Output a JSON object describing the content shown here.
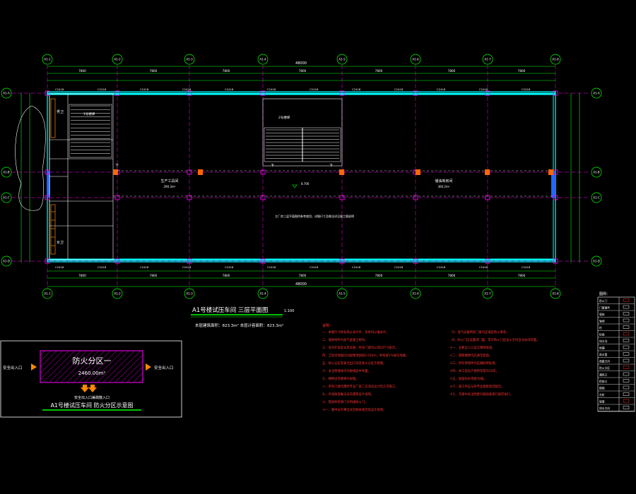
{
  "colors": {
    "background": "#000000",
    "axis": "#00ff00",
    "wall": "#00ffff",
    "column": "#ff00ff",
    "text": "#ffffff",
    "note_text": "#ff3333",
    "door": "#ff8800",
    "hatch": "#ff00ff"
  },
  "plan": {
    "axis_labels_top": [
      "A1-1",
      "A1-2",
      "A1-3",
      "A1-4",
      "A1-5",
      "A1-6",
      "A1-7",
      "A1-8"
    ],
    "axis_labels_bottom": [
      "A1-1",
      "A1-2",
      "A1-3",
      "A1-4",
      "A1-5",
      "A1-6",
      "A1-7",
      "A1-8"
    ],
    "axis_labels_left": [
      "A1-A",
      "A1-B",
      "A1-C",
      "A1-D"
    ],
    "axis_labels_right": [
      "A1-A",
      "A1-B",
      "A1-C",
      "A1-D"
    ],
    "overall_dim": "48000",
    "bay_dims": [
      "7800",
      "7800",
      "7800",
      "7800",
      "7800",
      "7800",
      "7800"
    ],
    "room_left": "生产工具间",
    "room_left_area": "290.3m²",
    "room_right": "储油库房间",
    "room_right_area": "300.2m²",
    "stair_label": "1号楼梯",
    "stair_label_mid": "2号楼梯",
    "toilet_m": "男卫",
    "toilet_f": "女卫",
    "elev_mark": "8.700",
    "center_note": "主厂房三层平面图供参考使用，详细尺寸及做法详见施工图说明",
    "down_mark": "下",
    "window_tags": [
      "C2418",
      "C2418",
      "C2418",
      "C2418",
      "C2418",
      "C2418",
      "C2418",
      "C2418",
      "C2418",
      "C2418",
      "C2418",
      "C2418"
    ]
  },
  "title": {
    "main": "A1号楼试压车间 三层平面图",
    "scale": "1:100",
    "area_line": "本层建筑面积：823.3m² 本层计容面积：823.3m²"
  },
  "fire_zone": {
    "label": "防火分区一",
    "area": "2460.00m²",
    "entry_left": "安全出入口",
    "entry_right": "安全出入口",
    "entry_bottom": "安全出入口兼疏散入口",
    "caption": "A1号楼试压车间 防火分区示意图"
  },
  "notes": {
    "heading": "说明：",
    "left_lines": [
      "一、本图尺寸除标高以米计外，其余均以毫米计。",
      "二、墙体材料为加气混凝土砌块。",
      "三、室内外高差详见总图，所有门窗均以洞口尺寸表示。",
      "四、卫生间地面比同层楼地面低0.020m，并找坡1%坡向地漏。",
      "五、防火分区及安全出口详见防火分区示意图。",
      "六、未注明墙体均为轴线居中布置。",
      "七、楼梯详见楼梯大样图。",
      "八、所有门窗均需经专业厂家二次深化设计后方可施工。",
      "九、外墙保温做法详见建筑设计说明。",
      "十、管道井检修门为丙级防火门。",
      "十一、图中未尽事宜详见相关规范及设计说明。"
    ],
    "right_lines": [
      "（5）电气设备用房门窗均应满足防火要求。",
      "（6）防火门应设置闭门器，常开防火门应设火灾时自动关闭装置。",
      "十一、主要出入口设无障碍坡道。",
      "十二、疏散楼梯均应通至屋面。",
      "十三、所有预埋件均应做防锈处理。",
      "十四、本工程设计使用年限为50年。",
      "十五、屋面防水等级为I级。",
      "十六、施工时应与各专业图纸密切配合。",
      "十七、凡图中未注明者均按国家现行规范执行。"
    ]
  },
  "legend": {
    "heading": "图例：",
    "rows": [
      "防火门",
      "门窗编号",
      "墙体",
      "轴线",
      "柱",
      "标高",
      "排水沟",
      "地漏",
      "雨水管",
      "疏散方向",
      "防火分区",
      "通风口",
      "检修口",
      "楼梯",
      "台阶",
      "坡道",
      "排水方向"
    ]
  }
}
